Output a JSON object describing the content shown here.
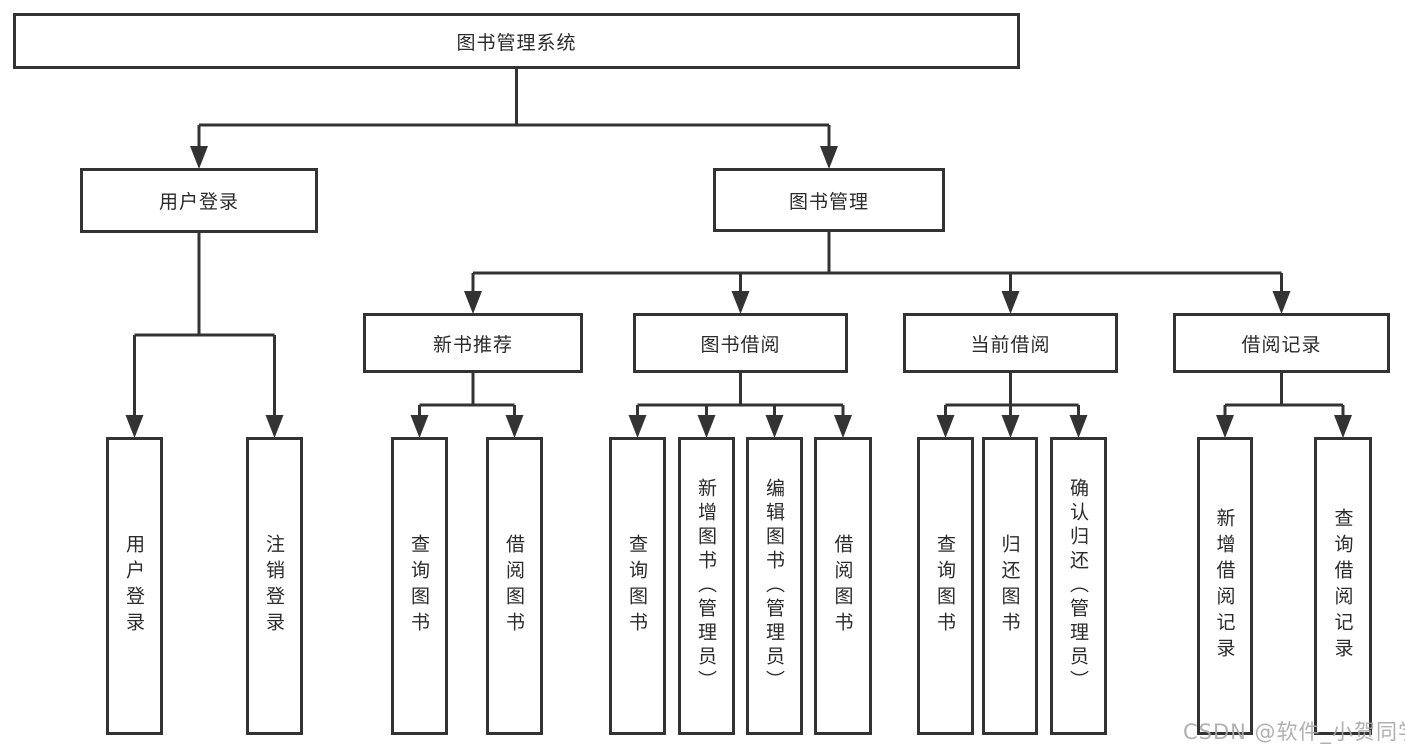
{
  "nodes": {
    "root": "图书管理系统",
    "user_login": "用户登录",
    "book_mgmt": "图书管理",
    "new_book_rec": "新书推荐",
    "book_borrow": "图书借阅",
    "current_borrow": "当前借阅",
    "borrow_records": "借阅记录",
    "leaf_user_login": "用户登录",
    "leaf_logout": "注销登录",
    "leaf_query_book_1": "查询图书",
    "leaf_borrow_book_1": "借阅图书",
    "leaf_query_book_2": "查询图书",
    "leaf_add_book": "新增图书（管理员）",
    "leaf_edit_book": "编辑图书（管理员）",
    "leaf_borrow_book_2": "借阅图书",
    "leaf_query_book_3": "查询图书",
    "leaf_return_book": "归还图书",
    "leaf_confirm_return": "确认归还（管理员）",
    "leaf_add_record": "新增借阅记录",
    "leaf_query_record": "查询借阅记录"
  },
  "watermark": "CSDN @软件_小贺同学",
  "colors": {
    "line": "#333333",
    "text": "#2b2b2b",
    "watermark": "#a8a8aa"
  }
}
